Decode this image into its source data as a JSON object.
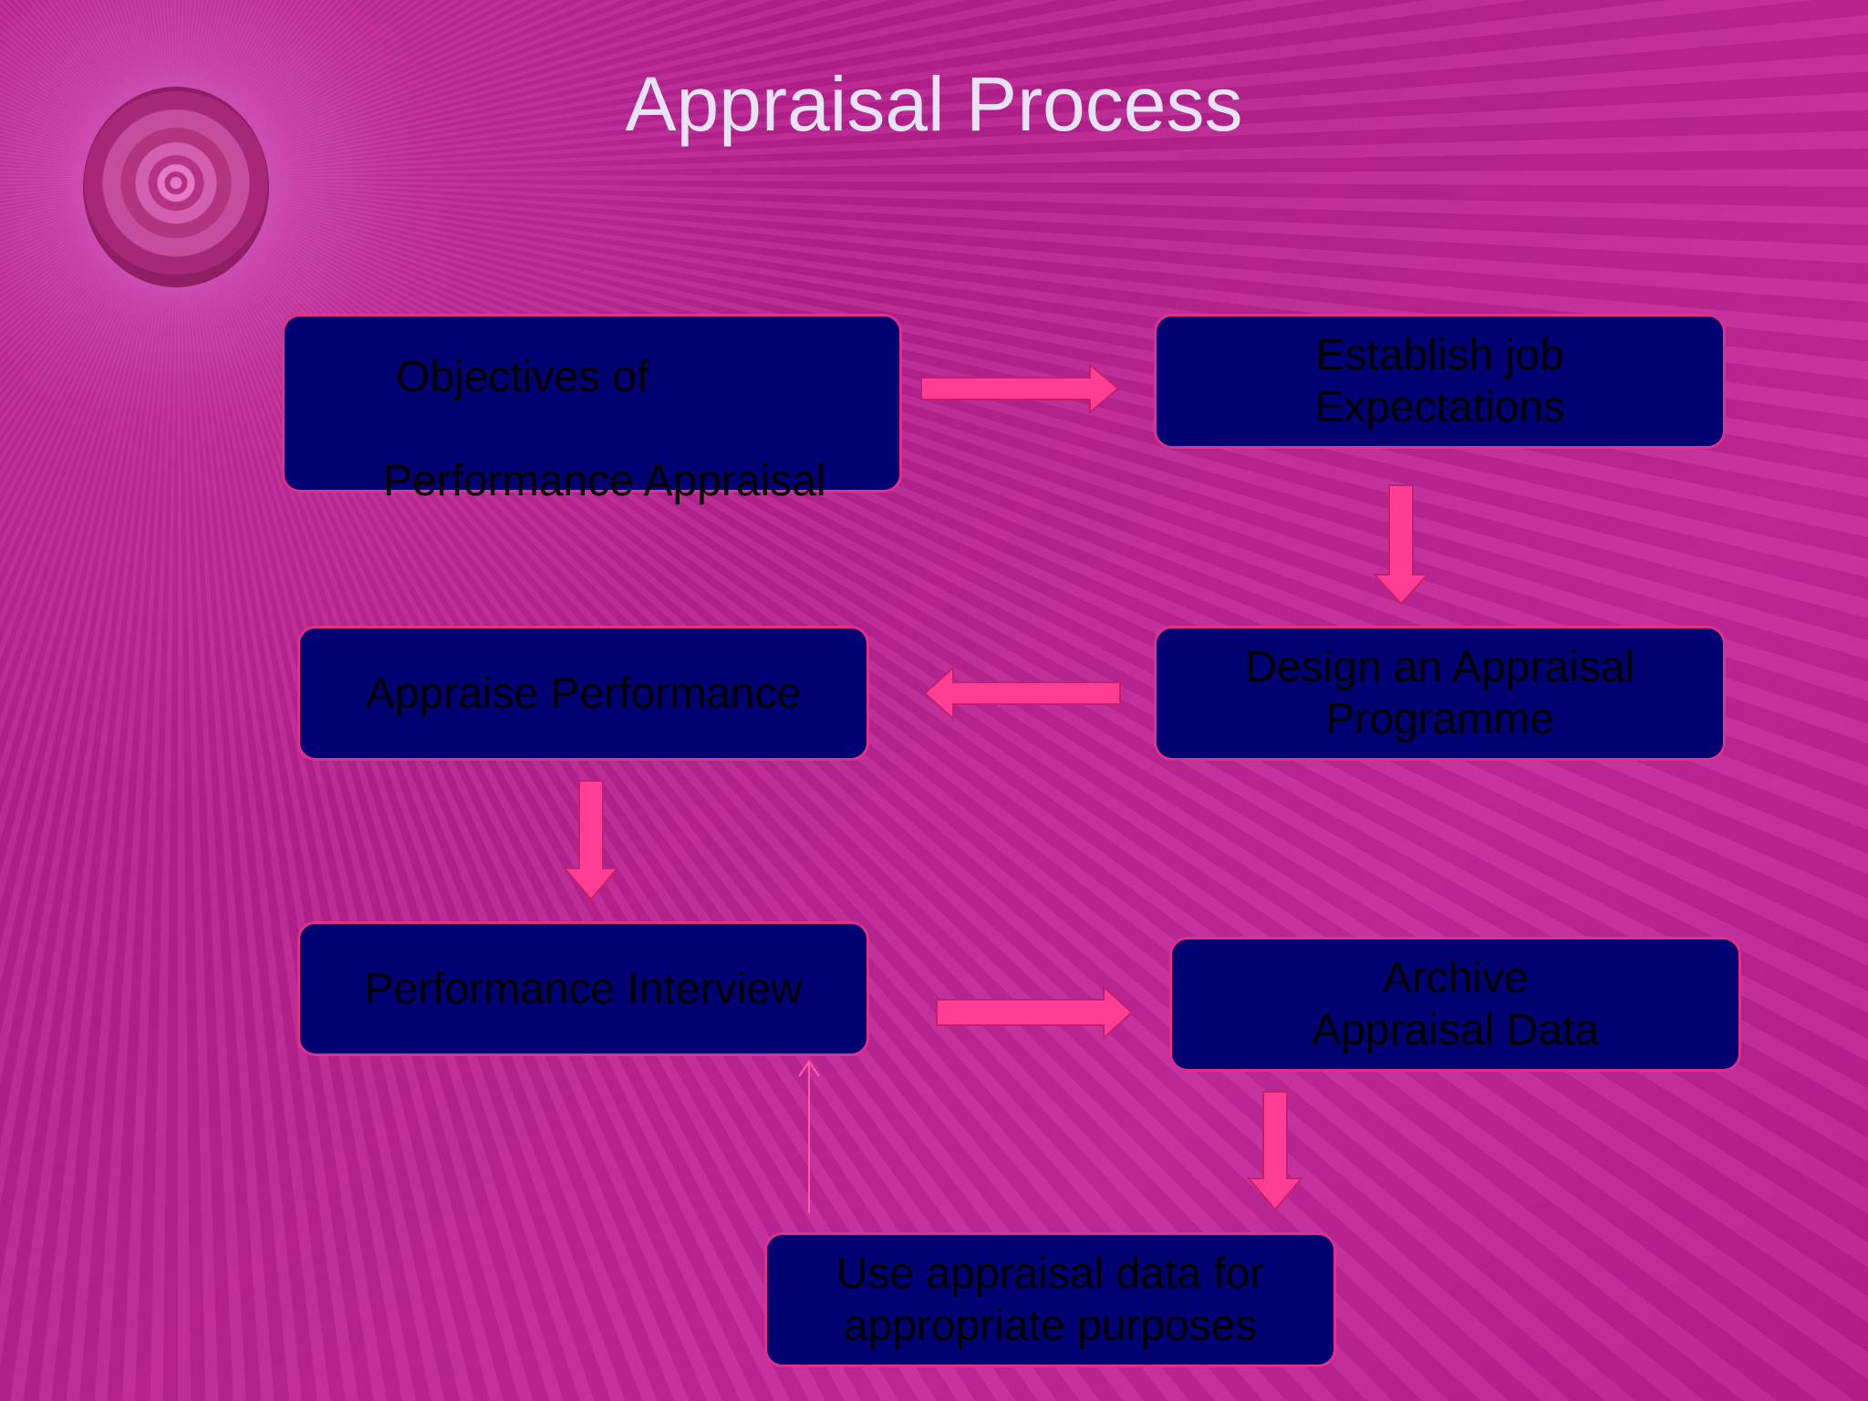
{
  "slide": {
    "title": "Appraisal Process"
  },
  "diagram": {
    "nodes": {
      "objectives": {
        "line1": "Objectives of",
        "line2": "Performance Appraisal"
      },
      "establish": {
        "label": "Establish job\nExpectations"
      },
      "design": {
        "label": "Design an Appraisal\nProgramme"
      },
      "appraise": {
        "label": "Appraise Performance"
      },
      "interview": {
        "label": "Performance Interview"
      },
      "archive": {
        "label": "Archive\nAppraisal Data"
      },
      "use": {
        "label": "Use appraisal data for\nappropriate purposes"
      }
    },
    "edges": [
      {
        "from": "objectives",
        "to": "establish"
      },
      {
        "from": "establish",
        "to": "design"
      },
      {
        "from": "design",
        "to": "appraise"
      },
      {
        "from": "appraise",
        "to": "interview"
      },
      {
        "from": "interview",
        "to": "archive"
      },
      {
        "from": "archive",
        "to": "use"
      },
      {
        "from": "use",
        "to": "interview"
      }
    ],
    "colors": {
      "box_fill": "#000272",
      "box_border": "#e0308a",
      "arrow": "#ff3d94",
      "title": "#e6e3f5",
      "background": "#b8238f"
    }
  }
}
